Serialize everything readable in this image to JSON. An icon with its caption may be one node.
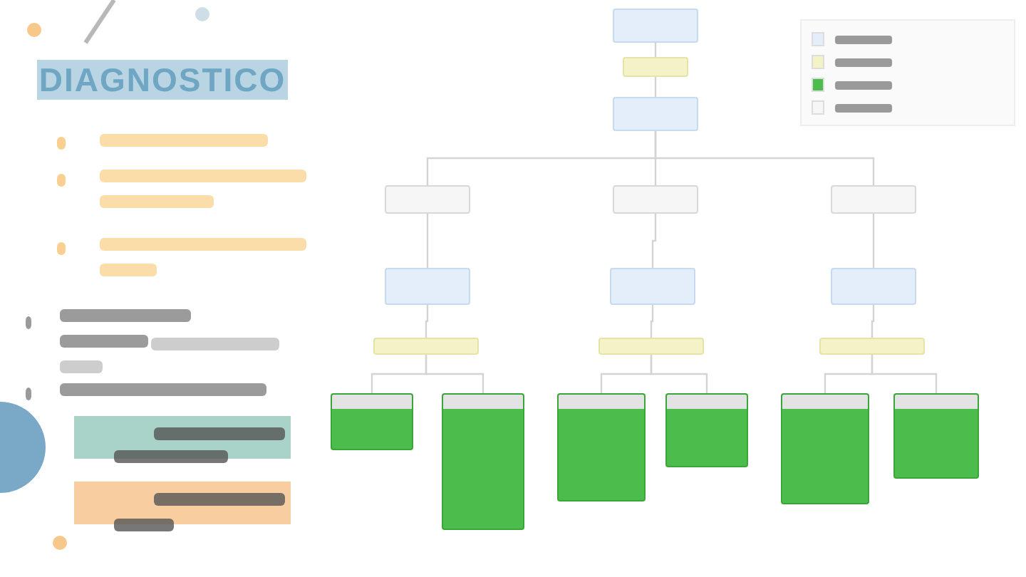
{
  "diagram": {
    "title": "DIAGNOSTICO",
    "nodes": [
      {
        "text": [],
        "shape": "box"
      },
      {
        "text": [],
        "shape": "box"
      },
      {
        "text": [],
        "shape": "box"
      },
      {
        "text": [],
        "shape": "box"
      },
      {
        "text": [],
        "shape": "box"
      },
      {
        "text": [],
        "shape": "box"
      },
      {
        "text": [],
        "shape": "box"
      },
      {
        "text": [],
        "shape": "box"
      },
      {
        "text": [],
        "shape": "box"
      },
      {
        "text": [],
        "shape": "box"
      },
      {
        "text": [],
        "shape": "box"
      },
      {
        "text": [],
        "shape": "box"
      },
      {
        "text": [],
        "shape": "box"
      },
      {
        "text": [],
        "shape": "box"
      },
      {
        "text": [],
        "shape": "box"
      },
      {
        "text": [],
        "shape": "box"
      },
      {
        "text": [],
        "shape": "box"
      },
      {
        "text": [],
        "shape": "box"
      }
    ],
    "edges": [
      {
        "from": 0,
        "to": 1,
        "arrow": "none"
      },
      {
        "from": 1,
        "to": 2,
        "arrow": "none"
      },
      {
        "from": 2,
        "to": 3,
        "arrow": "none"
      },
      {
        "from": 2,
        "to": 4,
        "arrow": "none"
      },
      {
        "from": 2,
        "to": 5,
        "arrow": "none"
      },
      {
        "from": 3,
        "to": 6,
        "arrow": "none"
      },
      {
        "from": 4,
        "to": 7,
        "arrow": "none"
      },
      {
        "from": 5,
        "to": 8,
        "arrow": "none"
      },
      {
        "from": 6,
        "to": 9,
        "arrow": "none"
      },
      {
        "from": 7,
        "to": 10,
        "arrow": "none"
      },
      {
        "from": 8,
        "to": 11,
        "arrow": "none"
      },
      {
        "from": 9,
        "to": 12,
        "arrow": "none"
      },
      {
        "from": 9,
        "to": 13,
        "arrow": "none"
      },
      {
        "from": 10,
        "to": 14,
        "arrow": "none"
      },
      {
        "from": 10,
        "to": 15,
        "arrow": "none"
      },
      {
        "from": 11,
        "to": 16,
        "arrow": "none"
      },
      {
        "from": 11,
        "to": 17,
        "arrow": "none"
      }
    ]
  }
}
